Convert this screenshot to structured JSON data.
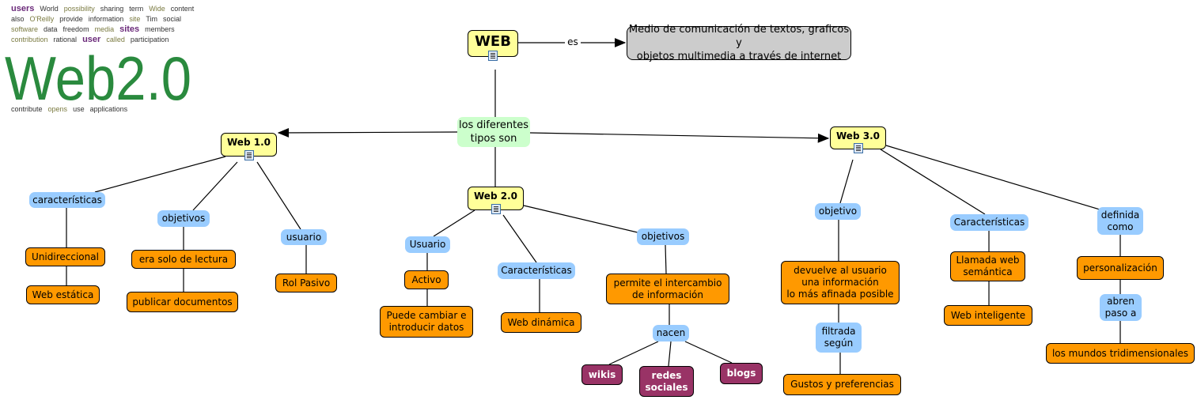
{
  "image": {
    "title": "Web2.0",
    "words": [
      "users",
      "World",
      "possibility",
      "sharing",
      "term",
      "Wide",
      "content",
      "also",
      "O'Reilly",
      "provide",
      "information",
      "site",
      "Tim",
      "social",
      "software",
      "data",
      "freedom",
      "media",
      "sites",
      "members",
      "contribution",
      "rational",
      "user",
      "called",
      "participation",
      "contribute",
      "opens",
      "use",
      "applications"
    ]
  },
  "nodes": [
    {
      "id": "web",
      "label": "WEB",
      "style": "yellow big"
    },
    {
      "id": "es",
      "label": "es",
      "style": "plain"
    },
    {
      "id": "medio",
      "label": "Medio de comunicación de textos, graficos y\nobjetos multimedia a través de internet",
      "style": "gray"
    },
    {
      "id": "tipos",
      "label": "los diferentes\ntipos son",
      "style": "green"
    },
    {
      "id": "w1",
      "label": "Web 1.0",
      "style": "yellow"
    },
    {
      "id": "w2",
      "label": "Web 2.0",
      "style": "yellow"
    },
    {
      "id": "w3",
      "label": "Web 3.0",
      "style": "yellow"
    },
    {
      "id": "car1",
      "label": "características",
      "style": "link"
    },
    {
      "id": "obj1",
      "label": "objetivos",
      "style": "link"
    },
    {
      "id": "usu1",
      "label": "usuario",
      "style": "link"
    },
    {
      "id": "unid",
      "label": "Unidireccional",
      "style": "orange"
    },
    {
      "id": "west",
      "label": "Web estática",
      "style": "orange"
    },
    {
      "id": "lect",
      "label": "era solo de lectura",
      "style": "orange"
    },
    {
      "id": "publ",
      "label": "publicar documentos",
      "style": "orange"
    },
    {
      "id": "rol",
      "label": "Rol Pasivo",
      "style": "orange"
    },
    {
      "id": "usu2",
      "label": "Usuario",
      "style": "link"
    },
    {
      "id": "act",
      "label": "Activo",
      "style": "orange"
    },
    {
      "id": "pued",
      "label": "Puede cambiar e\nintroducir datos",
      "style": "orange"
    },
    {
      "id": "car2",
      "label": "Características",
      "style": "link"
    },
    {
      "id": "wdin",
      "label": "Web dinámica",
      "style": "orange"
    },
    {
      "id": "obj2",
      "label": "objetivos",
      "style": "link"
    },
    {
      "id": "perm",
      "label": "permite el intercambio\nde información",
      "style": "orange"
    },
    {
      "id": "nac",
      "label": "nacen",
      "style": "link"
    },
    {
      "id": "wiki",
      "label": "wikis",
      "style": "purple"
    },
    {
      "id": "redes",
      "label": "redes\nsociales",
      "style": "purple"
    },
    {
      "id": "blogs",
      "label": "blogs",
      "style": "purple"
    },
    {
      "id": "obj3",
      "label": "objetivo",
      "style": "link"
    },
    {
      "id": "dev",
      "label": "devuelve al usuario\nuna información\nlo más afinada posible",
      "style": "orange"
    },
    {
      "id": "filt",
      "label": "filtrada\nsegún",
      "style": "link"
    },
    {
      "id": "gust",
      "label": "Gustos y preferencias",
      "style": "orange"
    },
    {
      "id": "car3",
      "label": "Características",
      "style": "link"
    },
    {
      "id": "llam",
      "label": "Llamada web\nsemántica",
      "style": "orange"
    },
    {
      "id": "wint",
      "label": "Web inteligente",
      "style": "orange"
    },
    {
      "id": "def",
      "label": "definida\ncomo",
      "style": "link"
    },
    {
      "id": "pers",
      "label": "personalización",
      "style": "orange"
    },
    {
      "id": "abren",
      "label": "abren\npaso a",
      "style": "link"
    },
    {
      "id": "mund",
      "label": "los mundos tridimensionales",
      "style": "orange"
    }
  ],
  "resource_icons": [
    "web",
    "w1",
    "w2",
    "w3"
  ],
  "colors": {
    "concept_yellow": "#ffff99",
    "linking_blue": "#99ccff",
    "leaf_orange": "#ff9900",
    "leaf_purple": "#993366",
    "root_link_green": "#ccffcc",
    "definition_gray": "#cccccc",
    "cloud_green": "#2a8a3e"
  }
}
